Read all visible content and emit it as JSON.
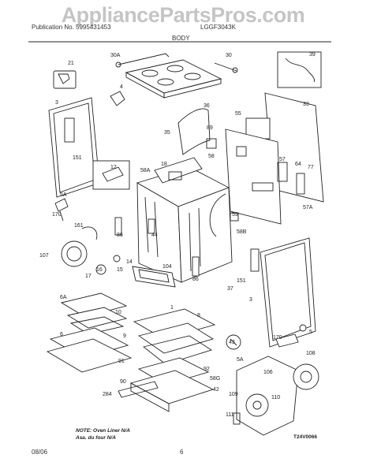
{
  "header": {
    "publication_label": "Publication No. 5995431453",
    "model_label": "LGGF3043K",
    "section_title": "BODY",
    "watermark": "AppliancePartsPros.com"
  },
  "callouts": [
    "30A",
    "4",
    "30",
    "39",
    "21",
    "3",
    "33",
    "36",
    "55",
    "89",
    "35",
    "12",
    "18",
    "58",
    "151",
    "58A",
    "57",
    "64",
    "77",
    "5A",
    "170",
    "57A",
    "161",
    "86",
    "44",
    "59",
    "58B",
    "107",
    "14",
    "15",
    "104",
    "151",
    "17",
    "16",
    "86",
    "37",
    "6A",
    "10",
    "1",
    "8",
    "9",
    "6",
    "91",
    "43",
    "170",
    "5",
    "92",
    "106",
    "108",
    "58G",
    "90",
    "42",
    "284",
    "3",
    "5A",
    "109",
    "110",
    "111"
  ],
  "note": {
    "line1": "NOTE: Oven Liner N/A",
    "line2": "Asa. du four N/A"
  },
  "figure_code": "T24V0066",
  "footer": {
    "date": "08/06",
    "page": "6"
  },
  "colors": {
    "line": "#222222",
    "paper": "#ffffff",
    "watermark": "#969696"
  }
}
